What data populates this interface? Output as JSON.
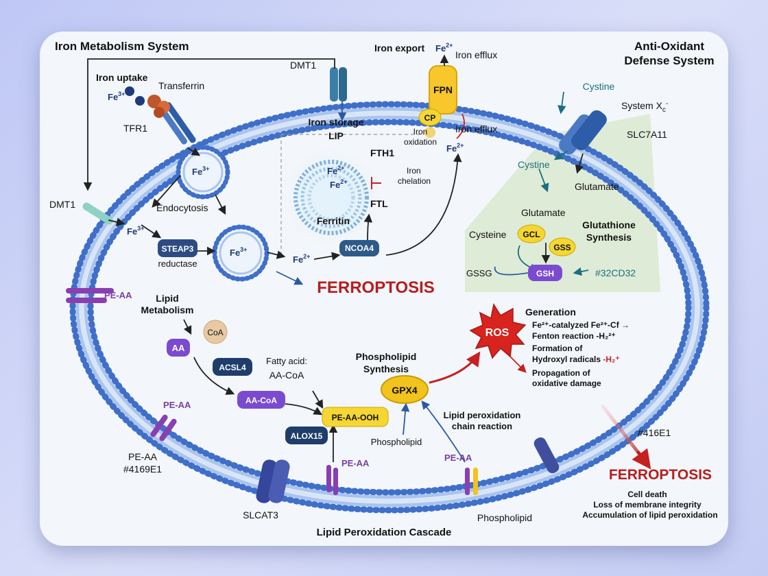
{
  "sections": {
    "iron_title": "Iron Metabolism System",
    "antioxidant_title_1": "Anti-Oxidant",
    "antioxidant_title_2": "Defense System",
    "lipid_title": "Lipid Peroxidation Cascade"
  },
  "iron": {
    "uptake": "Iron uptake",
    "fe3": "Fe",
    "fe3_sup": "3+",
    "fe2": "Fe",
    "fe2_sup": "2+",
    "transferrin": "Transferrin",
    "tfr1": "TFR1",
    "dmt1_top": "DMT1",
    "dmt1_left": "DMT1",
    "endocytosis": "Endocytosis",
    "steap3": "STEAP3",
    "reductase": "reductase",
    "export": "Iron export",
    "fpn": "FPN",
    "efflux_1": "Iron efflux",
    "efflux_2": "Iron efflux",
    "cp": "CP",
    "oxidation_1": "Iron",
    "oxidation_2": "oxidation",
    "storage": "Iron storage",
    "lip": "LIP",
    "fth1": "FTH1",
    "ftl": "FTL",
    "ferritin": "Ferritin",
    "chelation_1": "Iron",
    "chelation_2": "chelation",
    "ncoa4": "NCOA4"
  },
  "ferroptosis_center": "FERROPTOSIS",
  "antioxidant": {
    "cystine_out": "Cystine",
    "system_xc": "System X",
    "system_xc_sub": "c",
    "system_xc_sup": "-",
    "slc7a11": "SLC7A11",
    "cystine_in": "Cystine",
    "glutamate_1": "Glutamate",
    "glutamate_2": "Glutamate",
    "cysteine": "Cysteine",
    "gcl": "GCL",
    "gss": "GSS",
    "gsh_synthesis_1": "Glutathione",
    "gsh_synthesis_2": "Synthesis",
    "gssg": "GSSG",
    "gsh": "GSH",
    "hex_label": "#32CD32"
  },
  "lipid": {
    "pe_aa_1": "PE-AA",
    "metabolism_1": "Lipid",
    "metabolism_2": "Metabolism",
    "aa": "AA",
    "coa": "CoA",
    "acsl4": "ACSL4",
    "fatty_acid_1": "Fatty acid:",
    "fatty_acid_2": "AA-CoA",
    "aa_coa": "AA-CoA",
    "pe_aa_2": "PE-AA",
    "pe_aa_3": "PE-AA",
    "pe_aa_hex": "#4169E1",
    "pe_aa_ooh": "PE-AA-OOH",
    "alox15": "ALOX15",
    "pe_aa_4": "PE-AA",
    "pe_aa_5": "PE-AA",
    "phospholipid_synthesis_1": "Phospholipid",
    "phospholipid_synthesis_2": "Synthesis",
    "gpx4": "GPX4",
    "phospholipid_1": "Phospholipid",
    "phospholipid_2": "Phospholipid",
    "chain_1": "Lipid peroxidation",
    "chain_2": "chain reaction",
    "slcat3": "SLCAT3"
  },
  "ros": {
    "label": "ROS",
    "generation": "Generation",
    "line1": "Fe²⁺-catalyzed Fe²⁺-Cf →",
    "line2": "Fenton reaction -H₂²⁺",
    "line3": "Formation of",
    "line4a": "Hydroxyl radicals ",
    "line4b": "-H₂⁺",
    "line5": "Propagation of",
    "line6": "oxidative damage",
    "hex_label": "#416E1"
  },
  "outcome": {
    "title": "FERROPTOSIS",
    "line1": "Cell death",
    "line2": "Loss of membrane integrity",
    "line3": "Accumulation of lipid peroxidation"
  },
  "colors": {
    "membrane_blue": "#3f6fc9",
    "ferroptosis_red": "#b51e1e",
    "antioxidant_green": "#dbead2",
    "gsh_purple": "#7a4bd0",
    "enzyme_navy": "#1f3d6b",
    "gpx4_yellow": "#f2c31d"
  }
}
